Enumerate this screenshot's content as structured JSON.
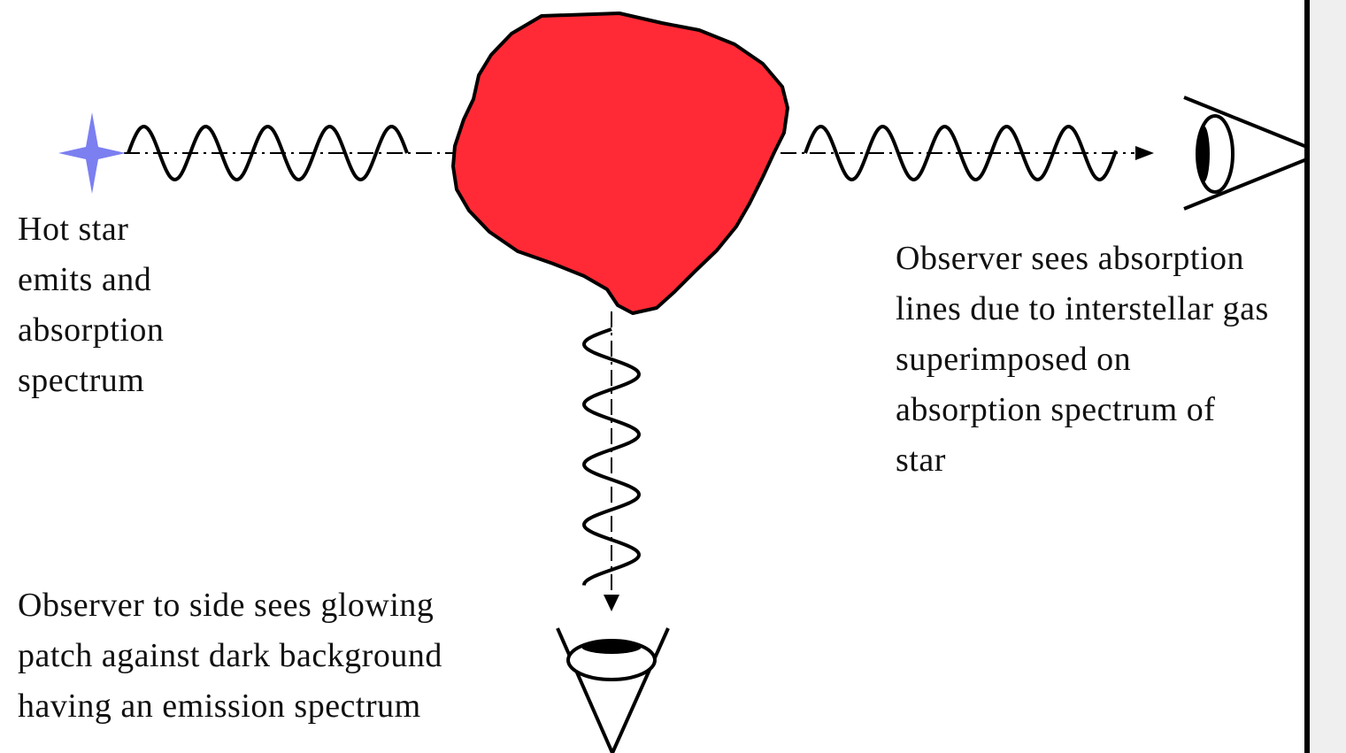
{
  "labels": {
    "hot_star": [
      "Hot star",
      "emits and",
      "absorption",
      "spectrum"
    ],
    "observer_line_of_sight": [
      "Observer sees absorption",
      "lines due to interstellar gas",
      "superimposed on",
      "absorption spectrum of",
      "star"
    ],
    "observer_side": [
      "Observer to side sees glowing",
      "patch against dark background",
      "having an emission spectrum"
    ]
  },
  "colors": {
    "star": "#7b7ff0",
    "gas_cloud": "#ff2a35",
    "ink": "#000000",
    "frame": "#efefef"
  },
  "icons": {
    "star": "four-point-star-icon",
    "cloud": "gas-cloud",
    "observer_right": "eye-icon",
    "observer_side": "eye-icon"
  }
}
